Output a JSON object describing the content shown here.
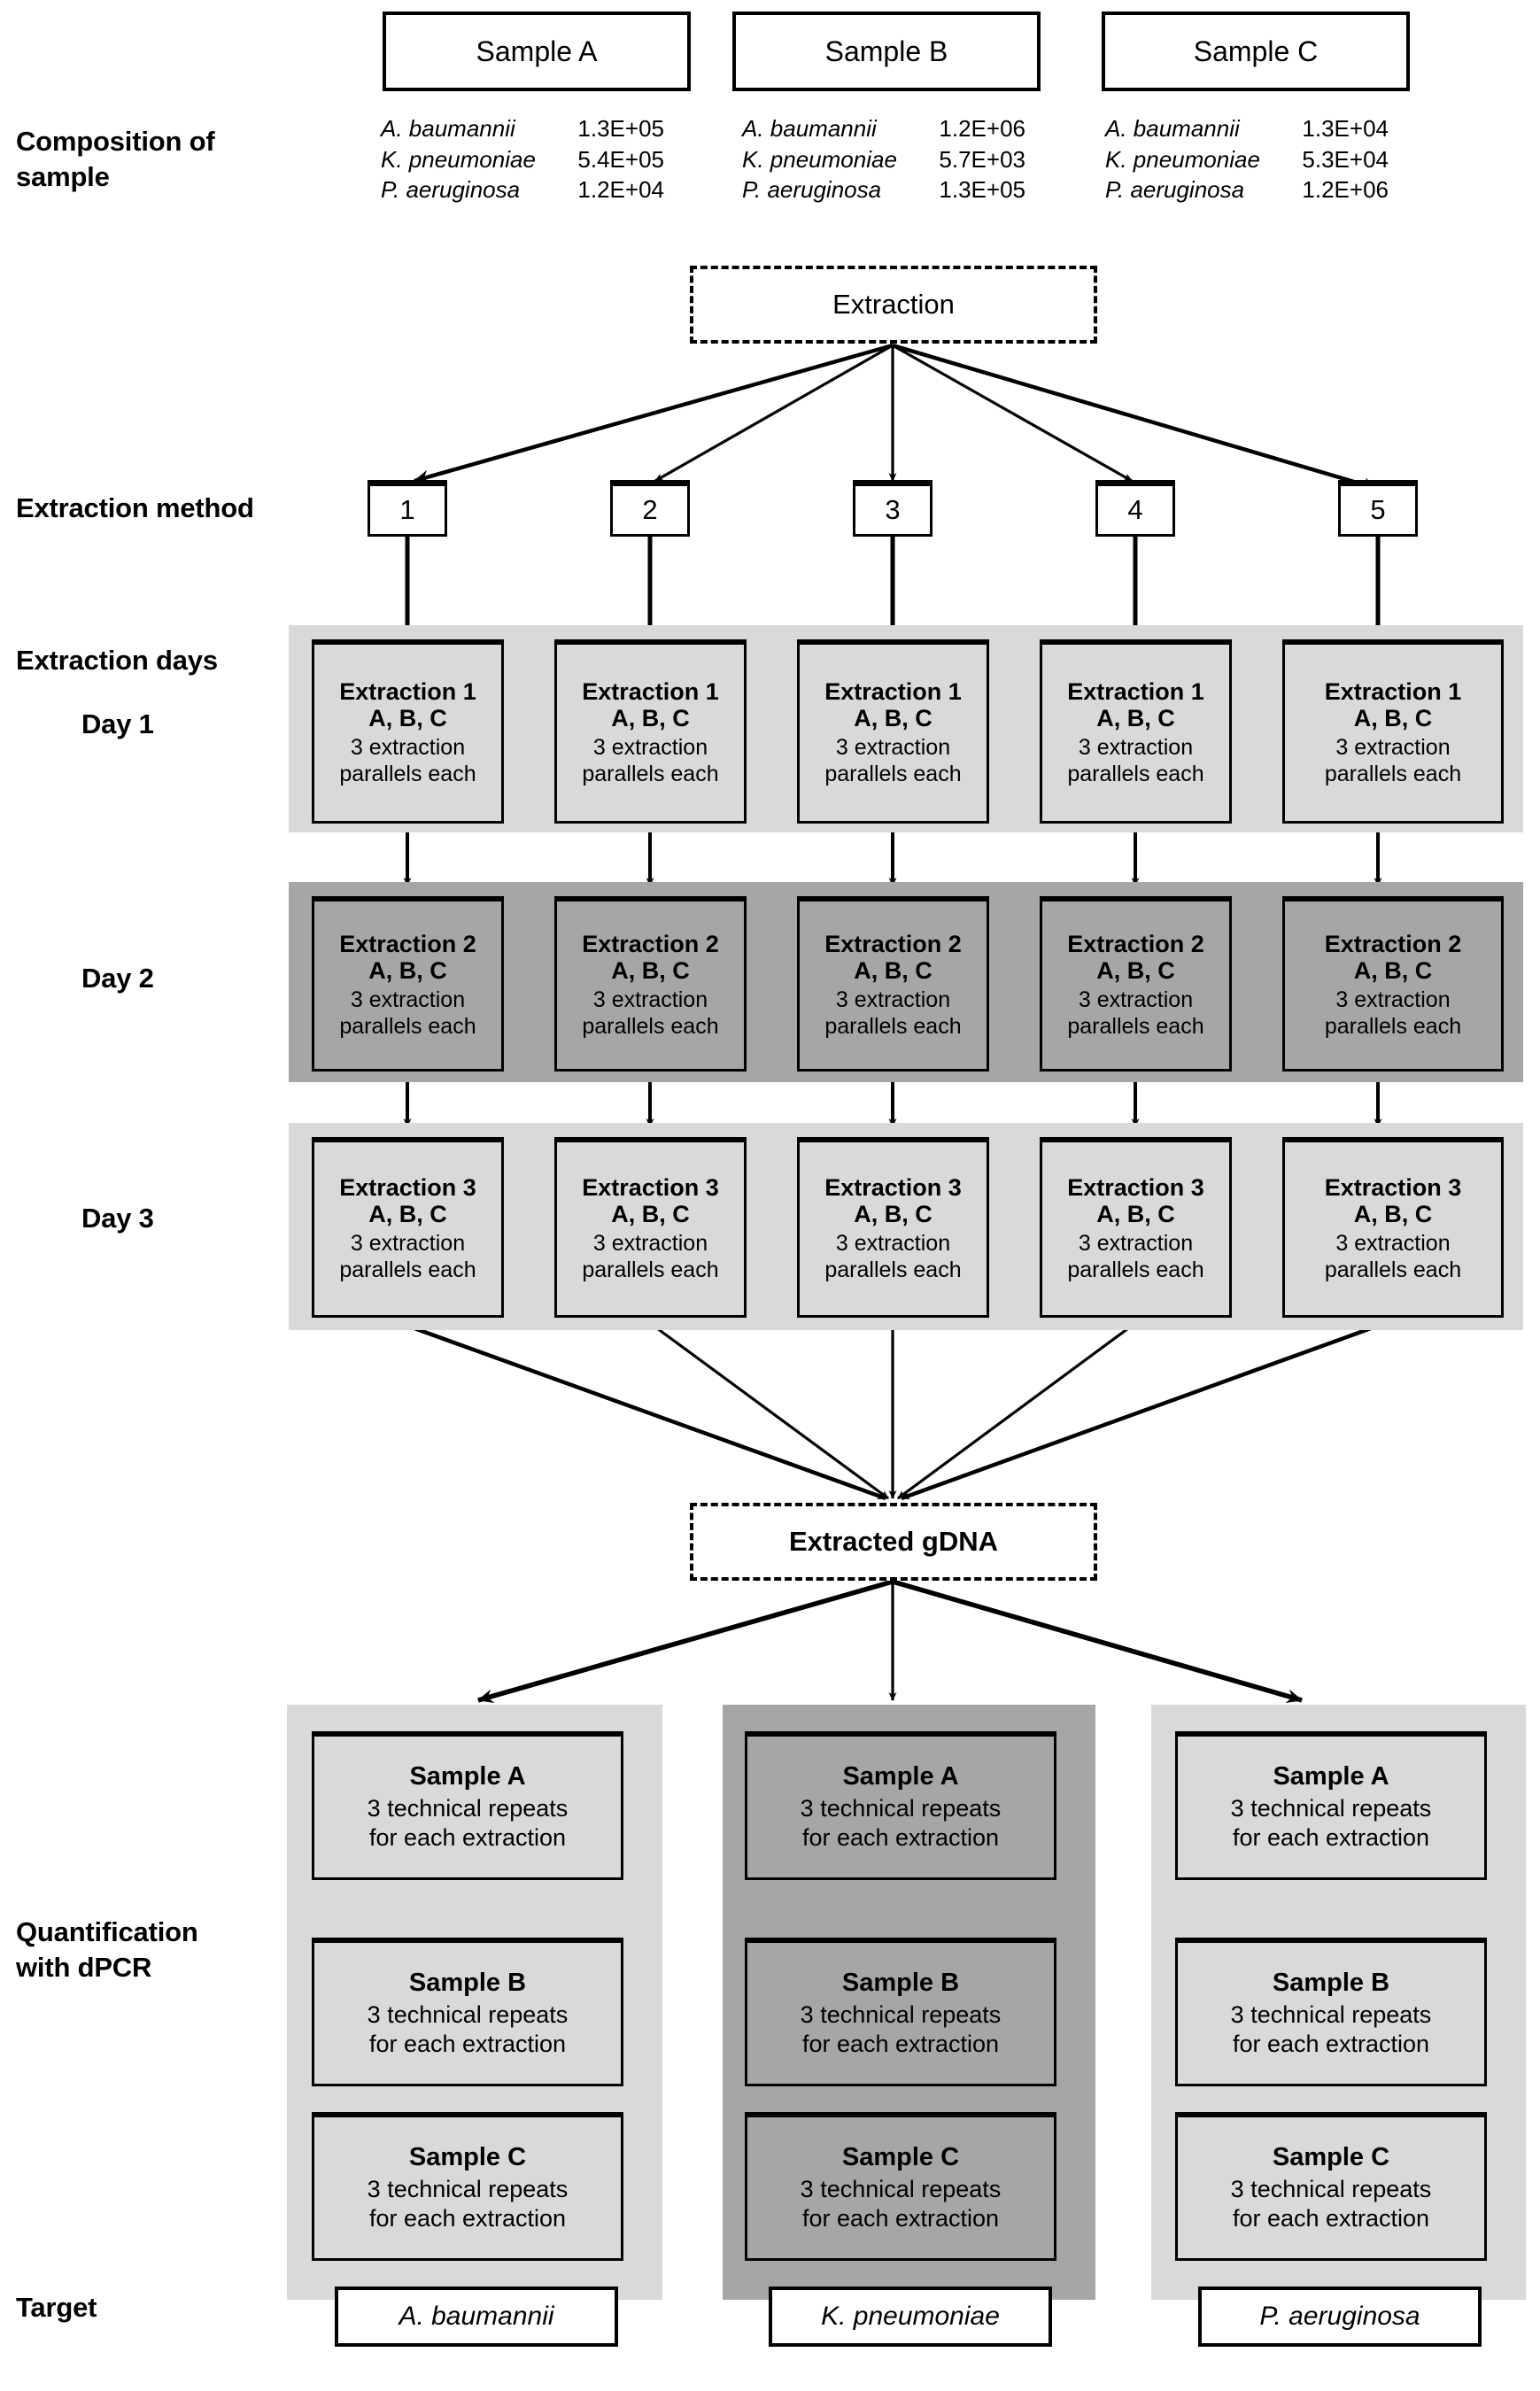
{
  "row_labels": {
    "composition": "Composition of\nsample",
    "extraction_method": "Extraction method",
    "extraction_days": "Extraction days",
    "day1": "Day 1",
    "day2": "Day 2",
    "day3": "Day 3",
    "quantification": "Quantification\nwith dPCR",
    "target": "Target"
  },
  "samples": [
    {
      "name": "Sample A",
      "composition": [
        {
          "species": "A. baumannii",
          "value": "1.3E+05"
        },
        {
          "species": "K. pneumoniae",
          "value": "5.4E+05"
        },
        {
          "species": "P. aeruginosa",
          "value": "1.2E+04"
        }
      ]
    },
    {
      "name": "Sample B",
      "composition": [
        {
          "species": "A. baumannii",
          "value": "1.2E+06"
        },
        {
          "species": "K. pneumoniae",
          "value": "5.7E+03"
        },
        {
          "species": "P. aeruginosa",
          "value": "1.3E+05"
        }
      ]
    },
    {
      "name": "Sample C",
      "composition": [
        {
          "species": "A. baumannii",
          "value": "1.3E+04"
        },
        {
          "species": "K. pneumoniae",
          "value": "5.3E+04"
        },
        {
          "species": "P. aeruginosa",
          "value": "1.2E+06"
        }
      ]
    }
  ],
  "extraction_node": {
    "label": "Extraction"
  },
  "extracted_gdna_node": {
    "label": "Extracted gDNA"
  },
  "methods": [
    {
      "label": "1"
    },
    {
      "label": "2"
    },
    {
      "label": "3"
    },
    {
      "label": "4"
    },
    {
      "label": "5"
    }
  ],
  "extraction_days": [
    {
      "day": "Day 1",
      "shade": "light",
      "boxes": [
        {
          "title": "Extraction 1",
          "samples": "A, B, C",
          "note_line1": "3 extraction",
          "note_line2": "parallels each"
        },
        {
          "title": "Extraction 1",
          "samples": "A, B, C",
          "note_line1": "3 extraction",
          "note_line2": "parallels each"
        },
        {
          "title": "Extraction 1",
          "samples": "A, B, C",
          "note_line1": "3 extraction",
          "note_line2": "parallels each"
        },
        {
          "title": "Extraction 1",
          "samples": "A, B, C",
          "note_line1": "3 extraction",
          "note_line2": "parallels each"
        },
        {
          "title": "Extraction 1",
          "samples": "A, B, C",
          "note_line1": "3 extraction",
          "note_line2": "parallels each"
        }
      ]
    },
    {
      "day": "Day 2",
      "shade": "dark",
      "boxes": [
        {
          "title": "Extraction 2",
          "samples": "A, B, C",
          "note_line1": "3 extraction",
          "note_line2": "parallels each"
        },
        {
          "title": "Extraction 2",
          "samples": "A, B, C",
          "note_line1": "3 extraction",
          "note_line2": "parallels each"
        },
        {
          "title": "Extraction 2",
          "samples": "A, B, C",
          "note_line1": "3 extraction",
          "note_line2": "parallels each"
        },
        {
          "title": "Extraction 2",
          "samples": "A, B, C",
          "note_line1": "3 extraction",
          "note_line2": "parallels each"
        },
        {
          "title": "Extraction 2",
          "samples": "A, B, C",
          "note_line1": "3 extraction",
          "note_line2": "parallels each"
        }
      ]
    },
    {
      "day": "Day 3",
      "shade": "light",
      "boxes": [
        {
          "title": "Extraction 3",
          "samples": "A, B, C",
          "note_line1": "3 extraction",
          "note_line2": "parallels each"
        },
        {
          "title": "Extraction 3",
          "samples": "A, B, C",
          "note_line1": "3 extraction",
          "note_line2": "parallels each"
        },
        {
          "title": "Extraction 3",
          "samples": "A, B, C",
          "note_line1": "3 extraction",
          "note_line2": "parallels each"
        },
        {
          "title": "Extraction 3",
          "samples": "A, B, C",
          "note_line1": "3 extraction",
          "note_line2": "parallels each"
        },
        {
          "title": "Extraction 3",
          "samples": "A, B, C",
          "note_line1": "3 extraction",
          "note_line2": "parallels each"
        }
      ]
    }
  ],
  "quantification_columns": [
    {
      "shade": "light",
      "target": "A. baumannii",
      "boxes": [
        {
          "title": "Sample A",
          "note_line1": "3 technical repeats",
          "note_line2": "for each extraction"
        },
        {
          "title": "Sample B",
          "note_line1": "3 technical repeats",
          "note_line2": "for each extraction"
        },
        {
          "title": "Sample C",
          "note_line1": "3 technical repeats",
          "note_line2": "for each extraction"
        }
      ]
    },
    {
      "shade": "dark",
      "target": "K. pneumoniae",
      "boxes": [
        {
          "title": "Sample A",
          "note_line1": "3 technical repeats",
          "note_line2": "for each extraction"
        },
        {
          "title": "Sample B",
          "note_line1": "3 technical repeats",
          "note_line2": "for each extraction"
        },
        {
          "title": "Sample C",
          "note_line1": "3 technical repeats",
          "note_line2": "for each extraction"
        }
      ]
    },
    {
      "shade": "light",
      "target": "P. aeruginosa",
      "boxes": [
        {
          "title": "Sample A",
          "note_line1": "3 technical repeats",
          "note_line2": "for each extraction"
        },
        {
          "title": "Sample B",
          "note_line1": "3 technical repeats",
          "note_line2": "for each extraction"
        },
        {
          "title": "Sample C",
          "note_line1": "3 technical repeats",
          "note_line2": "for each extraction"
        }
      ]
    }
  ],
  "colors": {
    "band_light": "#d9d9d9",
    "band_dark": "#a6a6a6",
    "line": "#000000",
    "background": "#ffffff"
  }
}
